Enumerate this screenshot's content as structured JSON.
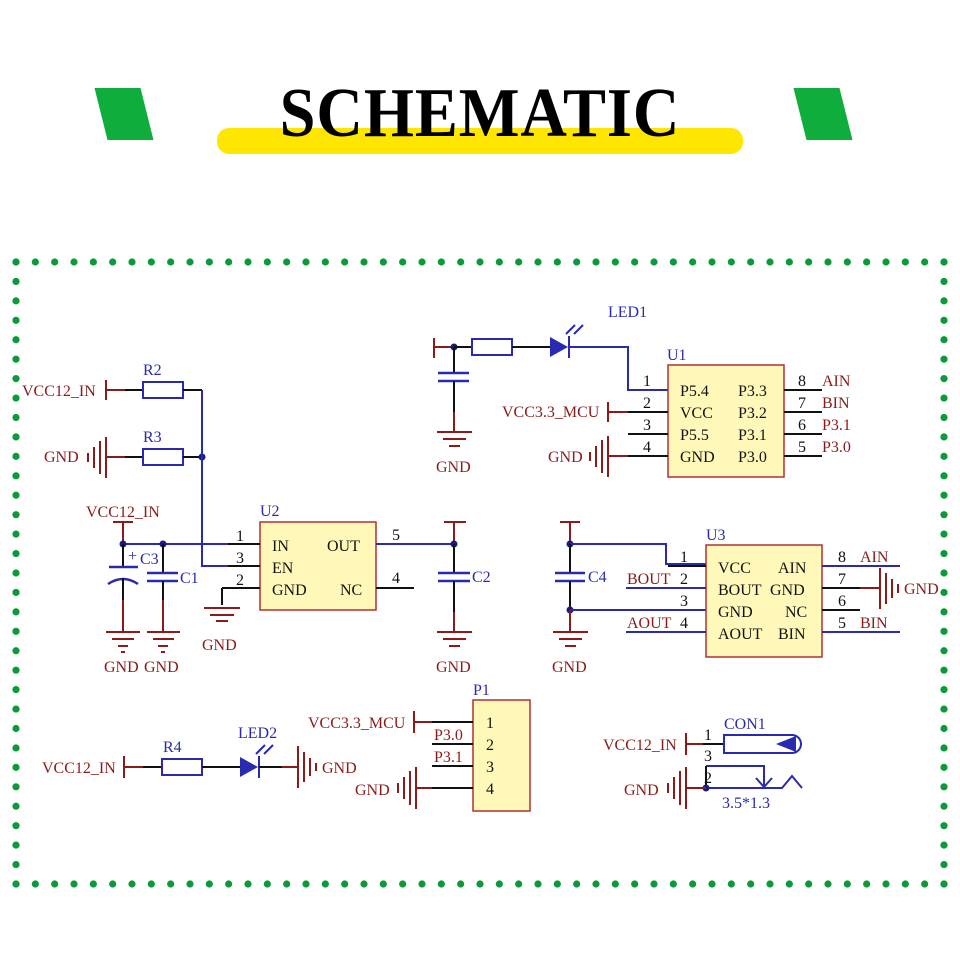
{
  "header": {
    "title": "SCHEMATIC",
    "accent_green": "#0fae3c",
    "highlight_yellow": "#ffe600"
  },
  "border": {
    "color": "#0a9a3a",
    "style": "dotted"
  },
  "colors": {
    "net_label": "#8b1a1a",
    "designator": "#2a2ab0",
    "wire": "#111111",
    "bus_wire": "#2a2ab0",
    "chip_fill": "#fff8b8",
    "chip_border": "#b03030"
  },
  "nets": {
    "vcc12": "VCC12_IN",
    "vcc33": "VCC3.3_MCU",
    "gnd": "GND",
    "ain": "AIN",
    "bin": "BIN",
    "aout": "AOUT",
    "bout": "BOUT",
    "p30": "P3.0",
    "p31": "P3.1"
  },
  "resistors": {
    "r2": "R2",
    "r3": "R3",
    "r4": "R4"
  },
  "capacitors": {
    "c1": "C1",
    "c2": "C2",
    "c3": "C3",
    "c4": "C4",
    "c3_polarity": "+"
  },
  "leds": {
    "led1": "LED1",
    "led2": "LED2"
  },
  "u2": {
    "designator": "U2",
    "pins_left": [
      {
        "num": "1",
        "name": "IN"
      },
      {
        "num": "3",
        "name": "EN"
      },
      {
        "num": "2",
        "name": "GND"
      }
    ],
    "pins_right": [
      {
        "num": "5",
        "name": "OUT"
      },
      {
        "num": "4",
        "name": "NC"
      }
    ]
  },
  "u1": {
    "designator": "U1",
    "pins_left": [
      {
        "num": "1",
        "name": "P5.4"
      },
      {
        "num": "2",
        "name": "VCC"
      },
      {
        "num": "3",
        "name": "P5.5"
      },
      {
        "num": "4",
        "name": "GND"
      }
    ],
    "pins_right": [
      {
        "num": "8",
        "name": "P3.3",
        "net": "AIN"
      },
      {
        "num": "7",
        "name": "P3.2",
        "net": "BIN"
      },
      {
        "num": "6",
        "name": "P3.1",
        "net": "P3.1"
      },
      {
        "num": "5",
        "name": "P3.0",
        "net": "P3.0"
      }
    ]
  },
  "u3": {
    "designator": "U3",
    "pins_left": [
      {
        "num": "1",
        "name": "VCC"
      },
      {
        "num": "2",
        "name": "BOUT"
      },
      {
        "num": "3",
        "name": "GND"
      },
      {
        "num": "4",
        "name": "AOUT"
      }
    ],
    "pins_right": [
      {
        "num": "8",
        "name": "AIN"
      },
      {
        "num": "7",
        "name": "GND"
      },
      {
        "num": "6",
        "name": "NC"
      },
      {
        "num": "5",
        "name": "BIN"
      }
    ]
  },
  "p1": {
    "designator": "P1",
    "pins": [
      "1",
      "2",
      "3",
      "4"
    ],
    "nets": [
      "VCC3.3_MCU",
      "P3.0",
      "P3.1",
      "GND"
    ]
  },
  "con1": {
    "designator": "CON1",
    "pins": [
      "1",
      "3",
      "2"
    ],
    "size": "3.5*1.3"
  }
}
